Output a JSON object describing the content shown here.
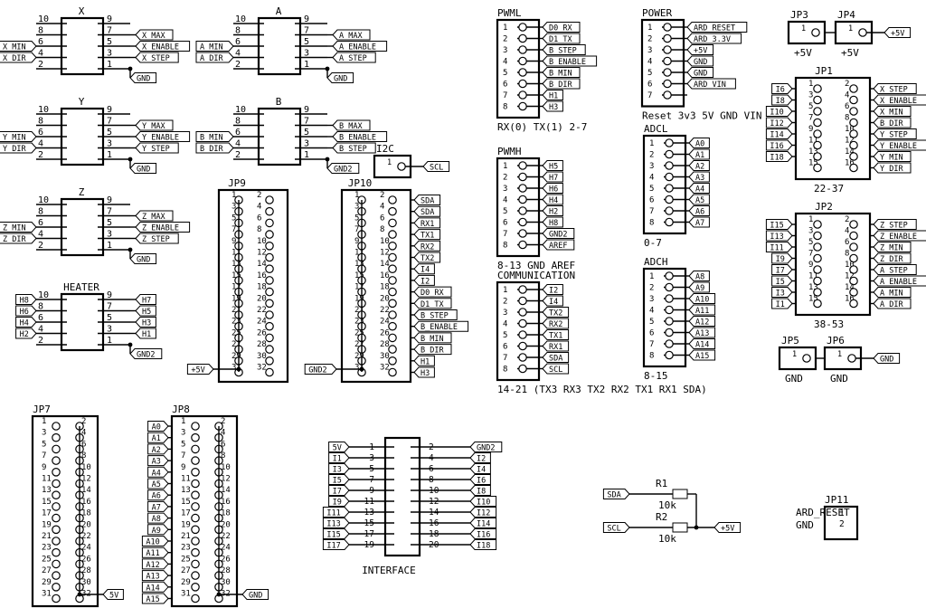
{
  "headers": [
    {
      "name": "X",
      "rows": [
        [
          "10",
          "9"
        ],
        [
          "8",
          "7"
        ],
        [
          "6",
          "5"
        ],
        [
          "4",
          "3"
        ],
        [
          "2",
          "1"
        ]
      ],
      "left": [
        "",
        "",
        "X_MIN",
        "X_DIR",
        ""
      ],
      "right": [
        "",
        "X_MAX",
        "X_ENABLE",
        "X_STEP",
        "GND"
      ]
    },
    {
      "name": "A",
      "rows": [
        [
          "10",
          "9"
        ],
        [
          "8",
          "7"
        ],
        [
          "6",
          "5"
        ],
        [
          "4",
          "3"
        ],
        [
          "2",
          "1"
        ]
      ],
      "left": [
        "",
        "",
        "A_MIN",
        "A_DIR",
        ""
      ],
      "right": [
        "",
        "A_MAX",
        "A_ENABLE",
        "A_STEP",
        "GND"
      ]
    },
    {
      "name": "Y",
      "rows": [
        [
          "10",
          "9"
        ],
        [
          "8",
          "7"
        ],
        [
          "6",
          "5"
        ],
        [
          "4",
          "3"
        ],
        [
          "2",
          "1"
        ]
      ],
      "left": [
        "",
        "",
        "Y_MIN",
        "Y_DIR",
        ""
      ],
      "right": [
        "",
        "Y_MAX",
        "Y_ENABLE",
        "Y_STEP",
        "GND"
      ]
    },
    {
      "name": "B",
      "rows": [
        [
          "10",
          "9"
        ],
        [
          "8",
          "7"
        ],
        [
          "6",
          "5"
        ],
        [
          "4",
          "3"
        ],
        [
          "2",
          "1"
        ]
      ],
      "left": [
        "",
        "",
        "B_MIN",
        "B_DIR",
        ""
      ],
      "right": [
        "",
        "B_MAX",
        "B_ENABLE",
        "B_STEP",
        "GND2"
      ]
    },
    {
      "name": "Z",
      "rows": [
        [
          "10",
          "9"
        ],
        [
          "8",
          "7"
        ],
        [
          "6",
          "5"
        ],
        [
          "4",
          "3"
        ],
        [
          "2",
          "1"
        ]
      ],
      "left": [
        "",
        "",
        "Z_MIN",
        "Z_DIR",
        ""
      ],
      "right": [
        "",
        "Z_MAX",
        "Z_ENABLE",
        "Z_STEP",
        "GND"
      ]
    },
    {
      "name": "HEATER",
      "rows": [
        [
          "10",
          "9"
        ],
        [
          "8",
          "7"
        ],
        [
          "6",
          "5"
        ],
        [
          "4",
          "3"
        ],
        [
          "2",
          "1"
        ]
      ],
      "left": [
        "H8",
        "H6",
        "H4",
        "H2",
        ""
      ],
      "right": [
        "H7",
        "H5",
        "H3",
        "H1",
        "GND2"
      ]
    }
  ],
  "single": [
    {
      "name": "PWML",
      "pins": [
        "1",
        "2",
        "3",
        "4",
        "5",
        "6",
        "7",
        "8"
      ],
      "labels": [
        "D0_RX",
        "D1_TX",
        "B_STEP",
        "B_ENABLE",
        "B_MIN",
        "B_DIR",
        "H1",
        "H3"
      ],
      "caption": "RX(0) TX(1) 2-7"
    },
    {
      "name": "PWMH",
      "pins": [
        "1",
        "2",
        "3",
        "4",
        "5",
        "6",
        "7",
        "8"
      ],
      "labels": [
        "H5",
        "H7",
        "H6",
        "H4",
        "H2",
        "H8",
        "GND2",
        "AREF"
      ],
      "caption": "8-13 GND AREF"
    },
    {
      "name": "COMMUNICATION",
      "pins": [
        "1",
        "2",
        "3",
        "4",
        "5",
        "6",
        "7",
        "8"
      ],
      "labels": [
        "I2",
        "I4",
        "TX2",
        "RX2",
        "TX1",
        "RX1",
        "SDA",
        "SCL"
      ],
      "caption": "14-21 (TX3 RX3 TX2 RX2 TX1 RX1 SDA)"
    },
    {
      "name": "POWER",
      "pins": [
        "1",
        "2",
        "3",
        "4",
        "5",
        "6",
        "7"
      ],
      "labels": [
        "ARD_RESET",
        "ARD_3.3V",
        "+5V",
        "GND",
        "GND",
        "ARD_VIN",
        ""
      ],
      "caption": "Reset 3v3 5V GND VIN"
    },
    {
      "name": "ADCL",
      "pins": [
        "1",
        "2",
        "3",
        "4",
        "5",
        "6",
        "7",
        "8"
      ],
      "labels": [
        "A0",
        "A1",
        "A2",
        "A3",
        "A4",
        "A5",
        "A6",
        "A7"
      ],
      "caption": "0-7"
    },
    {
      "name": "ADCH",
      "pins": [
        "1",
        "2",
        "3",
        "4",
        "5",
        "6",
        "7",
        "8"
      ],
      "labels": [
        "A8",
        "A9",
        "A10",
        "A11",
        "A12",
        "A13",
        "A14",
        "A15"
      ],
      "caption": "8-15"
    }
  ],
  "dual": [
    {
      "name": "JP1",
      "left": [
        "I6",
        "I8",
        "I10",
        "I12",
        "I14",
        "I16",
        "I18",
        ""
      ],
      "right": [
        "X_STEP",
        "X_ENABLE",
        "X_MIN",
        "B_DIR",
        "Y_STEP",
        "Y_ENABLE",
        "Y_MIN",
        "Y_DIR"
      ],
      "caption": "22-37"
    },
    {
      "name": "JP2",
      "left": [
        "I15",
        "I13",
        "I11",
        "I9",
        "I7",
        "I5",
        "I3",
        "I1"
      ],
      "right": [
        "Z_STEP",
        "Z_ENABLE",
        "Z_MIN",
        "Z_DIR",
        "A_STEP",
        "A_ENABLE",
        "A_MIN",
        "A_DIR"
      ],
      "caption": "38-53"
    },
    {
      "name": "JP9",
      "left": [],
      "right": [],
      "net": "+5V"
    },
    {
      "name": "JP10",
      "left": [],
      "right": [
        "SDA",
        "SDA",
        "RX1",
        "TX1",
        "RX2",
        "TX2",
        "I4",
        "I2",
        "D0_RX",
        "D1_TX",
        "B_STEP",
        "B_ENABLE",
        "B_MIN",
        "B_DIR",
        "H1",
        "H3"
      ],
      "net": "GND2"
    },
    {
      "name": "JP7",
      "left": [],
      "right": [],
      "net": "5V"
    },
    {
      "name": "JP8",
      "left": [
        "A0",
        "A1",
        "A2",
        "A3",
        "A4",
        "A5",
        "A6",
        "A7",
        "A8",
        "A9",
        "A10",
        "A11",
        "A12",
        "A13",
        "A14",
        "A15"
      ],
      "right": [],
      "net": "GND"
    },
    {
      "name": "INTERFACE",
      "left": [
        "5V",
        "I1",
        "I3",
        "I5",
        "I7",
        "I9",
        "I11",
        "I13",
        "I15",
        "I17"
      ],
      "right": [
        "GND2",
        "I2",
        "I4",
        "I6",
        "I8",
        "I10",
        "I12",
        "I14",
        "I16",
        "I18"
      ]
    }
  ],
  "small": {
    "jp3": {
      "name": "JP3",
      "pin": "1",
      "net": "+5V",
      "caption": "+5V"
    },
    "jp4": {
      "name": "JP4",
      "pin": "1",
      "net": "+5V",
      "caption": "+5V"
    },
    "i2c": {
      "name": "I2C",
      "pin": "1",
      "net": "SCL"
    },
    "jp5": {
      "name": "JP5",
      "pin": "1",
      "caption": "GND"
    },
    "jp6": {
      "name": "JP6",
      "pin": "1",
      "net": "GND",
      "caption": "GND"
    },
    "jp11": {
      "name": "JP11",
      "pins": [
        "1",
        "2"
      ],
      "labels": [
        "ARD_RESET",
        "GND"
      ]
    }
  },
  "resistors": [
    {
      "name": "R1",
      "value": "10k",
      "net": "SDA"
    },
    {
      "name": "R2",
      "value": "10k",
      "net": "SCL"
    }
  ],
  "res_net": "+5V"
}
